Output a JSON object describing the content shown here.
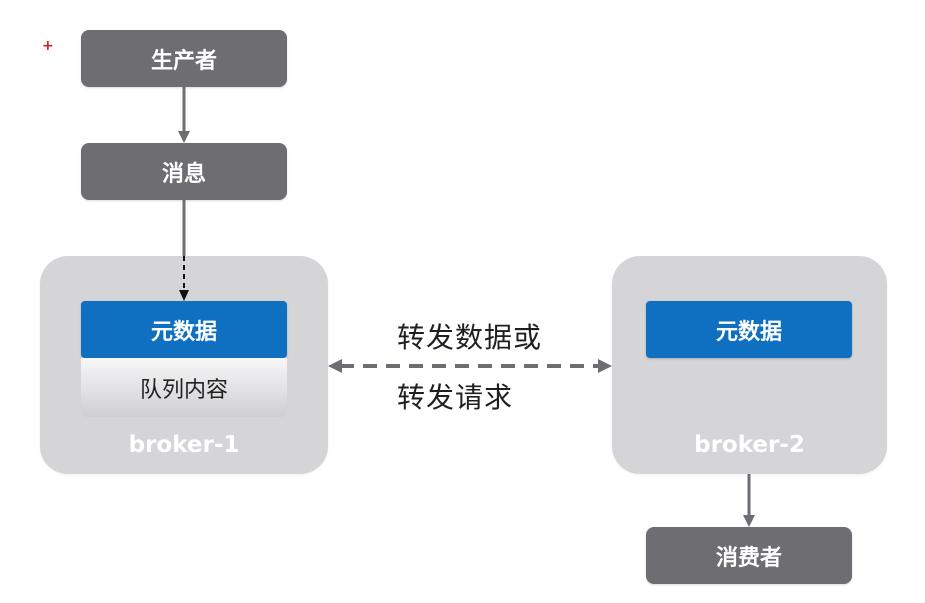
{
  "producer": {
    "label": "生产者"
  },
  "message": {
    "label": "消息"
  },
  "broker1": {
    "metadata_label": "元数据",
    "queue_label": "队列内容",
    "name": "broker-1"
  },
  "broker2": {
    "metadata_label": "元数据",
    "name": "broker-2"
  },
  "transfer": {
    "line1": "转发数据或",
    "line2": "转发请求"
  },
  "consumer": {
    "label": "消费者"
  },
  "marker": {
    "symbol": "+"
  },
  "colors": {
    "dark_box": "#6e6e72",
    "broker_bg": "#d5d5d8",
    "metadata_blue": "#0f6fc1",
    "arrow": "#6e6e72"
  }
}
